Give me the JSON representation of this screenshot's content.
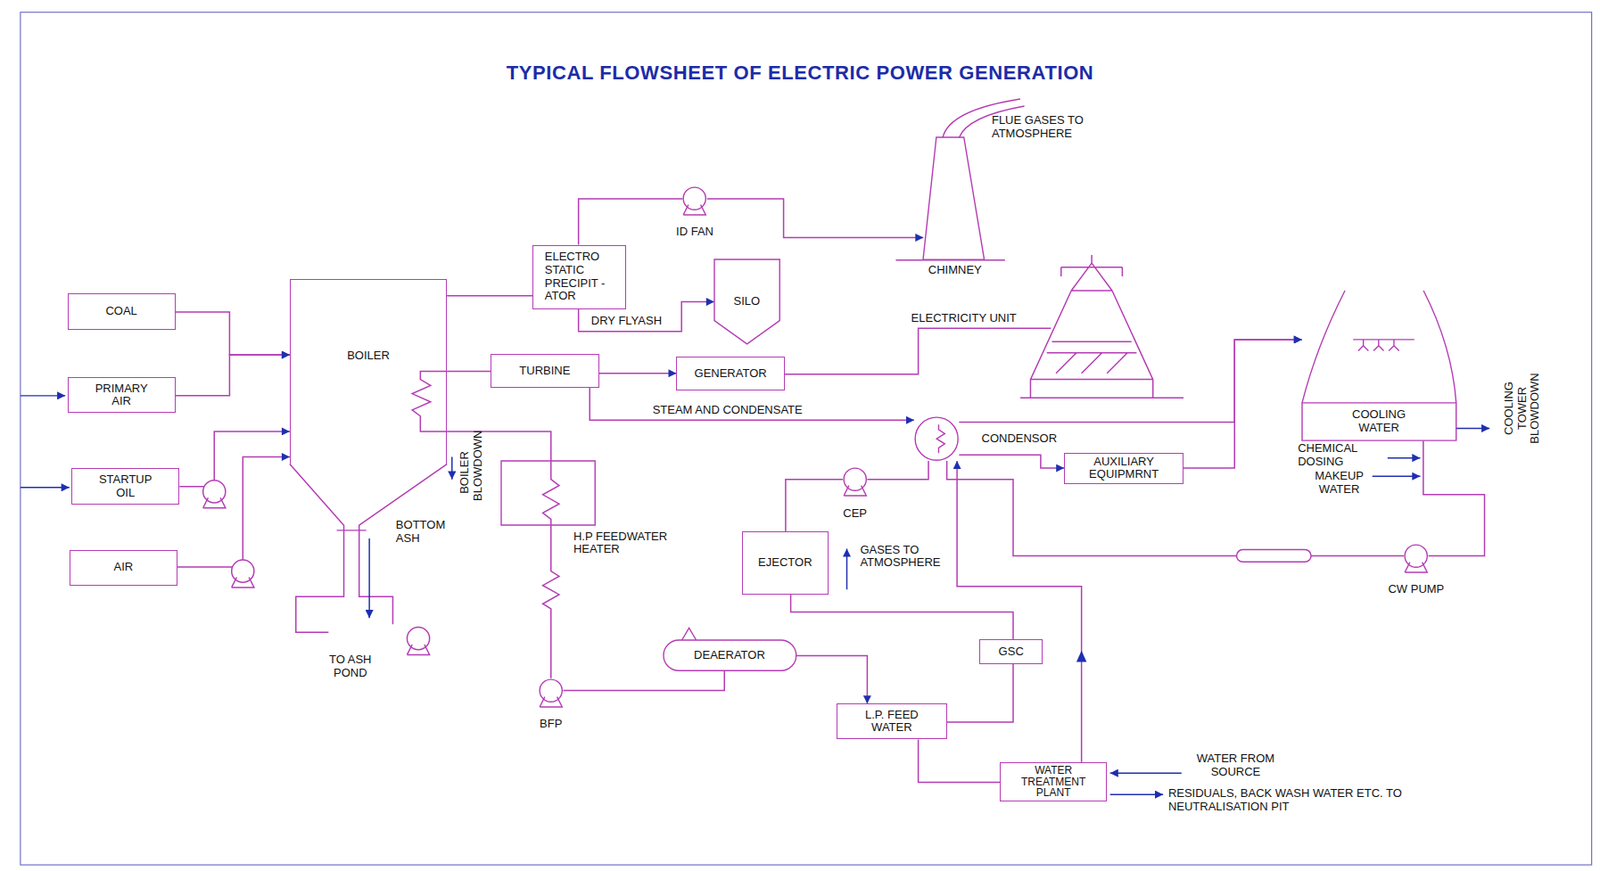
{
  "diagram": {
    "title": "TYPICAL FLOWSHEET OF ELECTRIC POWER GENERATION",
    "nodes": [
      {
        "text": [
          "COAL"
        ]
      },
      {
        "text": [
          "PRIMARY AIR"
        ]
      },
      {
        "text": [
          "STARTUP OIL"
        ]
      },
      {
        "text": [
          "AIR"
        ]
      },
      {
        "text": [
          "BOILER"
        ]
      },
      {
        "text": [
          "ELECTRO STATIC PRECIPIT -ATOR"
        ]
      },
      {
        "text": [
          "ID FAN"
        ]
      },
      {
        "text": [
          "CHIMNEY"
        ]
      },
      {
        "text": [
          "SILO"
        ]
      },
      {
        "text": [
          "TURBINE"
        ]
      },
      {
        "text": [
          "GENERATOR"
        ]
      },
      {
        "text": [
          "H.P FEEDWATER HEATER"
        ]
      },
      {
        "text": [
          "BFP"
        ]
      },
      {
        "text": [
          "DEAERATOR"
        ]
      },
      {
        "text": [
          "L.P. FEED WATER"
        ]
      },
      {
        "text": [
          "GSC"
        ]
      },
      {
        "text": [
          "EJECTOR"
        ]
      },
      {
        "text": [
          "CEP"
        ]
      },
      {
        "text": [
          "CONDENSOR"
        ]
      },
      {
        "text": [
          "AUXILIARY EQUIPMRNT"
        ]
      },
      {
        "text": [
          "COOLING WATER"
        ]
      },
      {
        "text": [
          "CW PUMP"
        ]
      },
      {
        "text": [
          "WATER TREATMENT PLANT"
        ]
      }
    ],
    "edges": [
      {
        "from": 0,
        "to": 4,
        "arrow": "to"
      },
      {
        "from": 1,
        "to": 4,
        "arrow": "to"
      },
      {
        "from": 2,
        "to": 4,
        "arrow": "to"
      },
      {
        "from": 3,
        "to": 4,
        "arrow": "to"
      },
      {
        "from": 4,
        "to": 5,
        "arrow": "none"
      },
      {
        "from": 5,
        "to": 6,
        "arrow": "none"
      },
      {
        "from": 6,
        "to": 7,
        "arrow": "to"
      },
      {
        "from": 5,
        "to": 8,
        "label": "DRY FLYASH",
        "arrow": "to"
      },
      {
        "from": 4,
        "to": 9,
        "arrow": "none"
      },
      {
        "from": 9,
        "to": 10,
        "arrow": "to"
      },
      {
        "from": 9,
        "to": 18,
        "label": "STEAM AND CONDENSATE",
        "arrow": "to"
      },
      {
        "from": 4,
        "to": 11,
        "arrow": "none"
      },
      {
        "from": 11,
        "to": 12,
        "arrow": "none"
      },
      {
        "from": 12,
        "to": 13,
        "arrow": "none"
      },
      {
        "from": 13,
        "to": 14,
        "arrow": "to"
      },
      {
        "from": 14,
        "to": 15,
        "arrow": "none"
      },
      {
        "from": 15,
        "to": 16,
        "arrow": "none"
      },
      {
        "from": 16,
        "to": 17,
        "arrow": "none"
      },
      {
        "from": 17,
        "to": 18,
        "arrow": "none"
      },
      {
        "from": 18,
        "to": 19,
        "arrow": "to"
      },
      {
        "from": 18,
        "to": 20,
        "arrow": "to"
      },
      {
        "from": 19,
        "to": 20,
        "arrow": "to"
      },
      {
        "from": 20,
        "to": 21,
        "arrow": "none"
      },
      {
        "from": 21,
        "to": 18,
        "arrow": "none"
      },
      {
        "from": 22,
        "to": 18,
        "arrow": "to"
      },
      {
        "from": 22,
        "to": 14,
        "arrow": "none"
      }
    ],
    "labels": [
      "FLUE GASES TO ATMOSPHERE",
      "ELECTRICITY UNIT",
      "BOILER BLOWDOWN",
      "BOTTOM ASH",
      "TO ASH POND",
      "GASES TO ATMOSPHERE",
      "CHEMICAL DOSING",
      "MAKEUP WATER",
      "COOLING TOWER BLOWDOWN",
      "WATER FROM SOURCE",
      "RESIDUALS, BACK WASH WATER ETC. TO NEUTRALISATION PIT"
    ]
  }
}
